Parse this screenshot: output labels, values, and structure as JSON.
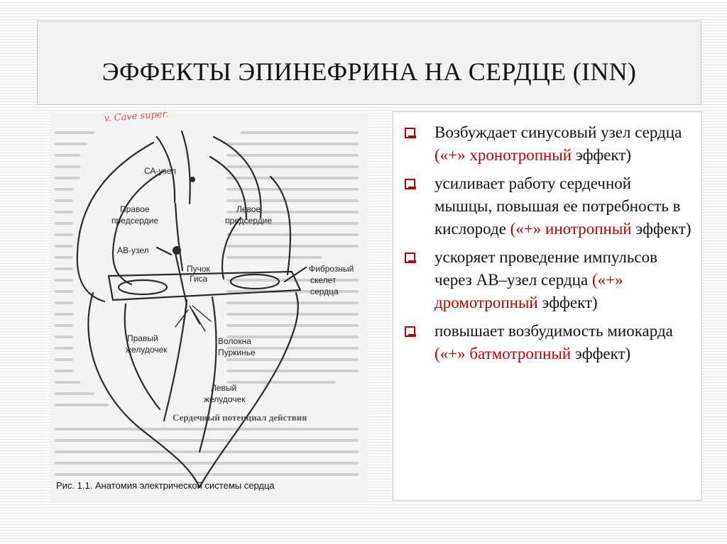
{
  "slide": {
    "title": "ЭФФЕКТЫ ЭПИНЕФРИНА НА СЕРДЦЕ (INN)"
  },
  "figure": {
    "handwritten_note": "v. Cave super.",
    "labels": {
      "sa_node": "СА-узел",
      "right_atrium_1": "Правое",
      "right_atrium_2": "предсердие",
      "left_atrium_1": "Левое",
      "left_atrium_2": "предсердие",
      "av_node": "АВ-узел",
      "his_bundle_1": "Пучок",
      "his_bundle_2": "Гиса",
      "fibrous_1": "Фиброзный",
      "fibrous_2": "скелет",
      "fibrous_3": "сердца",
      "right_ventricle_1": "Правый",
      "right_ventricle_2": "желудочек",
      "purkinje_1": "Волокна",
      "purkinje_2": "Пуркинье",
      "left_ventricle_1": "Левый",
      "left_ventricle_2": "желудочек"
    },
    "caption": "Рис. 1.1. Анатомия электрической системы сердца",
    "section_heading": "Сердечный потенциал действия"
  },
  "bullets": [
    {
      "text": "Возбуждает синусовый узел сердца ",
      "highlight": "(«+» хронотропный",
      "tail": " эффект)"
    },
    {
      "text": "усиливает работу сердечной мышцы, повышая ее потребность в кислороде ",
      "highlight": "(«+» инотропный",
      "tail": " эффект)"
    },
    {
      "text": "ускоряет проведение импульсов через АВ–узел сердца ",
      "highlight": "(«+» дромотропный",
      "tail": " эффект)"
    },
    {
      "text": "повышает возбудимость миокарда ",
      "highlight": "(«+» батмотропный",
      "tail": " эффект)"
    }
  ],
  "colors": {
    "accent": "#c00000",
    "title_bg": "#f2f2f2"
  },
  "icons": {
    "bullet": "checkbox-bullet-icon"
  }
}
